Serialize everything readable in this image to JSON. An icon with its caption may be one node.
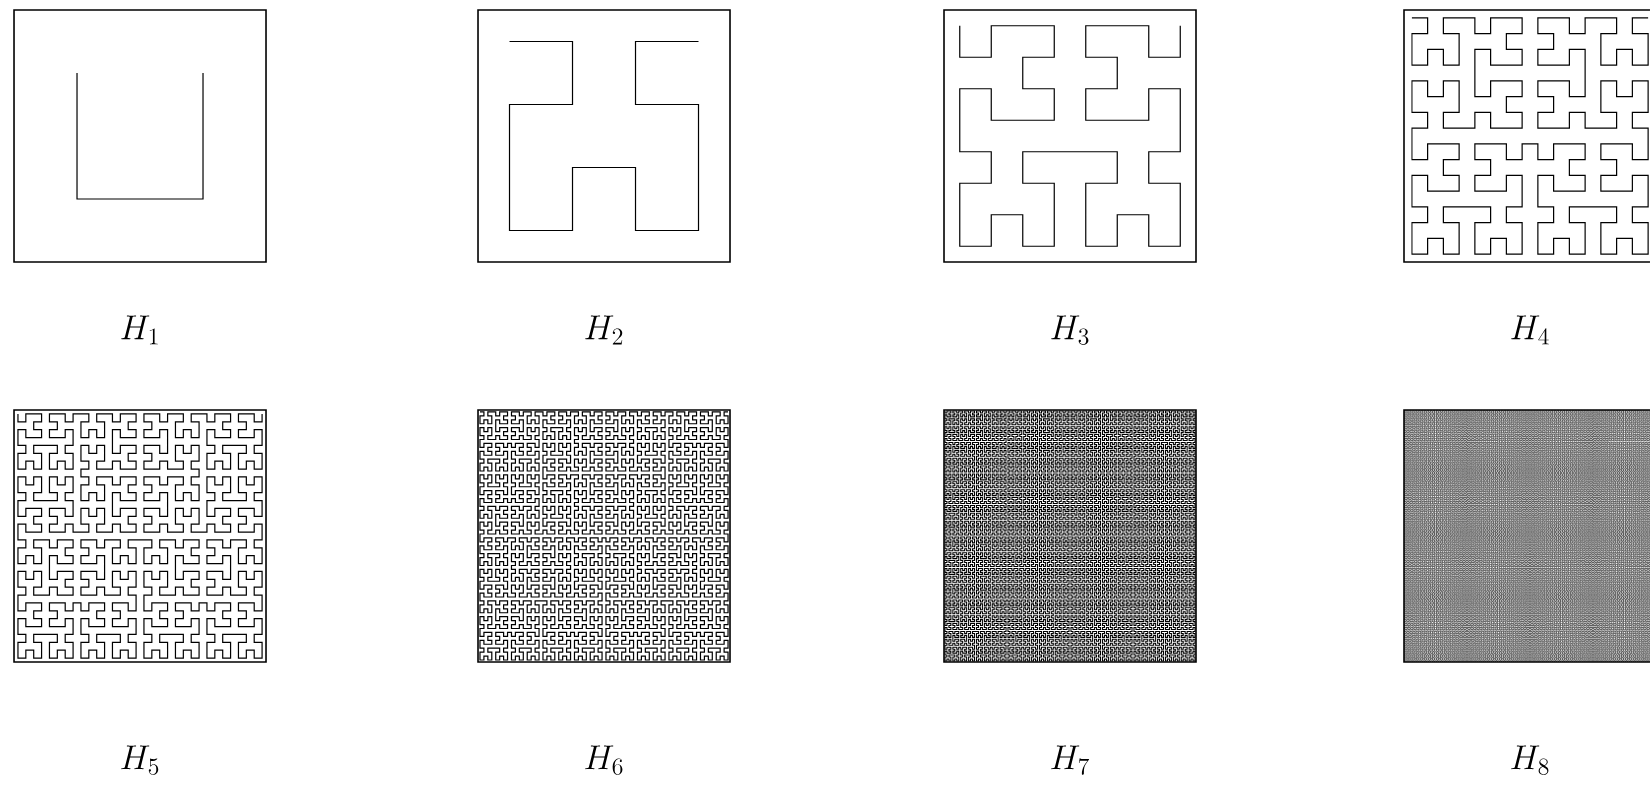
{
  "diagram": {
    "labels": [
      "H_1",
      "H_2",
      "H_3",
      "H_4",
      "H_5",
      "H_6",
      "H_7",
      "H_8"
    ]
  }
}
